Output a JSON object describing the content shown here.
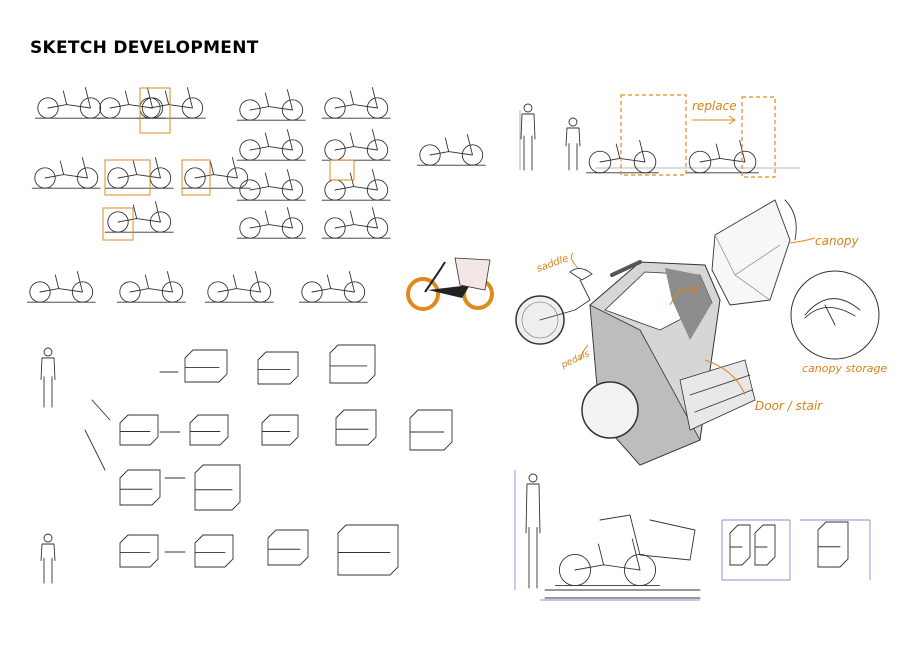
{
  "title": "SKETCH DEVELOPMENT",
  "annotations": {
    "replace": "replace",
    "saddle": "saddle",
    "seat": "seat",
    "pedals": "pedals",
    "canopy": "canopy",
    "canopy_storage": "canopy storage",
    "door_stair": "Door / stair"
  },
  "colors": {
    "accent": "#e08a1e",
    "ink": "#333333",
    "dimension": "#6a6ad0"
  }
}
